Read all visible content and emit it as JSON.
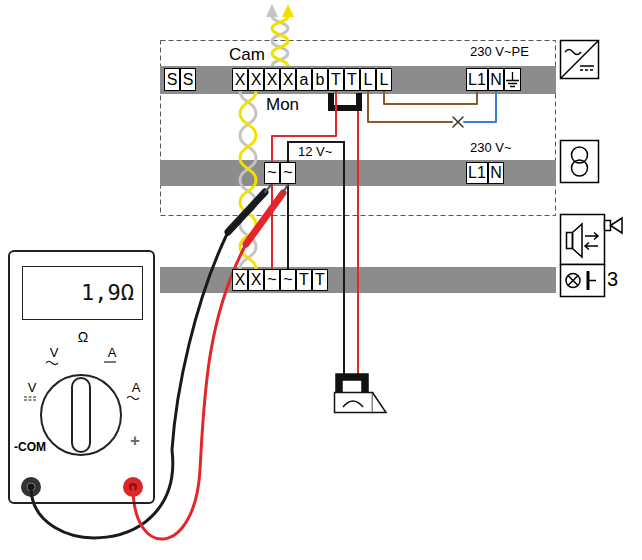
{
  "diagram": {
    "nodes": [
      {
        "text": [
          "S"
        ]
      },
      {
        "text": [
          "S"
        ]
      },
      {
        "text": [
          "X"
        ]
      },
      {
        "text": [
          "X"
        ]
      },
      {
        "text": [
          "X"
        ]
      },
      {
        "text": [
          "X"
        ]
      },
      {
        "text": [
          "a"
        ]
      },
      {
        "text": [
          "b"
        ]
      },
      {
        "text": [
          "T"
        ]
      },
      {
        "text": [
          "T"
        ]
      },
      {
        "text": [
          "L"
        ]
      },
      {
        "text": [
          "L"
        ]
      },
      {
        "text": [
          "L1"
        ]
      },
      {
        "text": [
          "N"
        ]
      },
      {
        "text": [
          "~"
        ]
      },
      {
        "text": [
          "~"
        ]
      },
      {
        "text": [
          "L1"
        ]
      },
      {
        "text": [
          "N"
        ]
      },
      {
        "text": [
          "X"
        ]
      },
      {
        "text": [
          "X"
        ]
      },
      {
        "text": [
          "~"
        ]
      },
      {
        "text": [
          "~"
        ]
      },
      {
        "text": [
          "T"
        ]
      },
      {
        "text": [
          "T"
        ]
      },
      {
        "text": [
          "V",
          "V",
          "Ω",
          "A",
          "A",
          "-COM",
          "+"
        ]
      },
      {
        "text": [
          "1,9Ω"
        ],
        "in": 24
      }
    ],
    "edges": [
      {
        "from": 2,
        "to": 18,
        "arrow": "none"
      },
      {
        "from": 3,
        "to": 19,
        "arrow": "none"
      },
      {
        "from": 14,
        "to": 8,
        "arrow": "none"
      },
      {
        "from": 14,
        "to": 20,
        "arrow": "none"
      },
      {
        "from": 15,
        "to": 21,
        "arrow": "none"
      },
      {
        "from": 11,
        "to": 12,
        "arrow": "none"
      },
      {
        "from": 10,
        "to": 13,
        "arrow": "none"
      },
      {
        "from": 24,
        "to": 14,
        "arrow": "none"
      },
      {
        "from": 24,
        "to": 15,
        "arrow": "none"
      }
    ],
    "labels": [
      "Cam",
      "Mon",
      "230 V~PE",
      "12 V~",
      "230 V~",
      "3"
    ]
  }
}
